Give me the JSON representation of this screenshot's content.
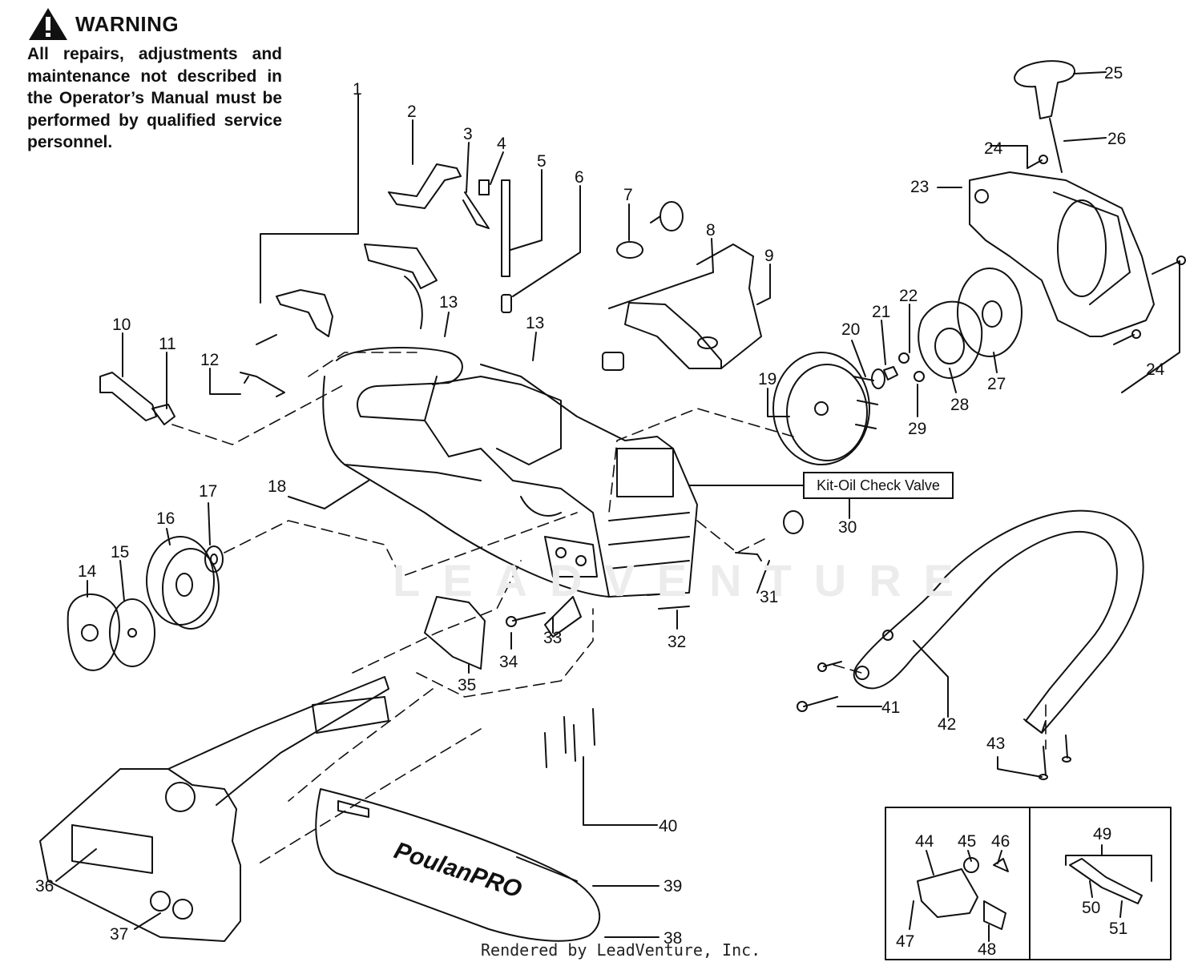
{
  "warning": {
    "title": "WARNING",
    "body": "All repairs, adjustments and maintenance not described in the Operator’s Manual must be performed by qualified service personnel.",
    "icon": "warning-triangle-icon"
  },
  "callout": {
    "label": "Kit-Oil Check Valve",
    "part": "30"
  },
  "watermark": "LEADVENTURE",
  "brand": "PoulanPRO",
  "footer": "Rendered by LeadVenture, Inc.",
  "parts": [
    {
      "n": "1"
    },
    {
      "n": "2"
    },
    {
      "n": "3"
    },
    {
      "n": "4"
    },
    {
      "n": "5"
    },
    {
      "n": "6"
    },
    {
      "n": "7"
    },
    {
      "n": "8"
    },
    {
      "n": "9"
    },
    {
      "n": "10"
    },
    {
      "n": "11"
    },
    {
      "n": "12"
    },
    {
      "n": "13"
    },
    {
      "n": "13"
    },
    {
      "n": "14"
    },
    {
      "n": "15"
    },
    {
      "n": "16"
    },
    {
      "n": "17"
    },
    {
      "n": "18"
    },
    {
      "n": "19"
    },
    {
      "n": "20"
    },
    {
      "n": "21"
    },
    {
      "n": "22"
    },
    {
      "n": "23"
    },
    {
      "n": "24"
    },
    {
      "n": "24"
    },
    {
      "n": "25"
    },
    {
      "n": "26"
    },
    {
      "n": "27"
    },
    {
      "n": "28"
    },
    {
      "n": "29"
    },
    {
      "n": "30"
    },
    {
      "n": "31"
    },
    {
      "n": "32"
    },
    {
      "n": "33"
    },
    {
      "n": "34"
    },
    {
      "n": "35"
    },
    {
      "n": "36"
    },
    {
      "n": "37"
    },
    {
      "n": "38"
    },
    {
      "n": "39"
    },
    {
      "n": "40"
    },
    {
      "n": "41"
    },
    {
      "n": "42"
    },
    {
      "n": "43"
    },
    {
      "n": "44"
    },
    {
      "n": "45"
    },
    {
      "n": "46"
    },
    {
      "n": "47"
    },
    {
      "n": "48"
    },
    {
      "n": "49"
    },
    {
      "n": "50"
    },
    {
      "n": "51"
    }
  ]
}
